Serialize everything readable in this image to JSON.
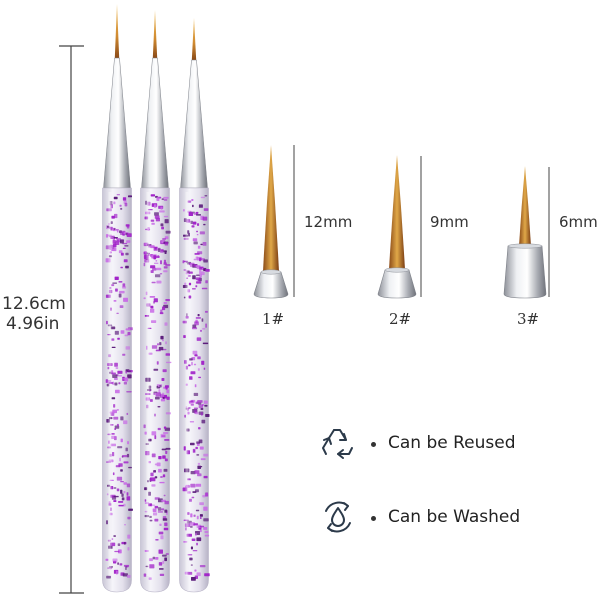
{
  "overall_length": {
    "cm": "12.6cm",
    "inch": "4.96in"
  },
  "tips": [
    {
      "number": "1#",
      "length": "12mm"
    },
    {
      "number": "2#",
      "length": "9mm"
    },
    {
      "number": "3#",
      "length": "6mm"
    }
  ],
  "features": [
    {
      "icon": "recycle-icon",
      "label": "Can be Reused"
    },
    {
      "icon": "washable-water-drop-icon",
      "label": "Can be Washed"
    }
  ],
  "colors": {
    "handle_glitter": "#a020c8",
    "handle_clear": "#ecebf2",
    "ferrule_silver": "#c9ccd2",
    "bristle_gold": "#d69a35",
    "bristle_dark": "#7a3c12"
  }
}
